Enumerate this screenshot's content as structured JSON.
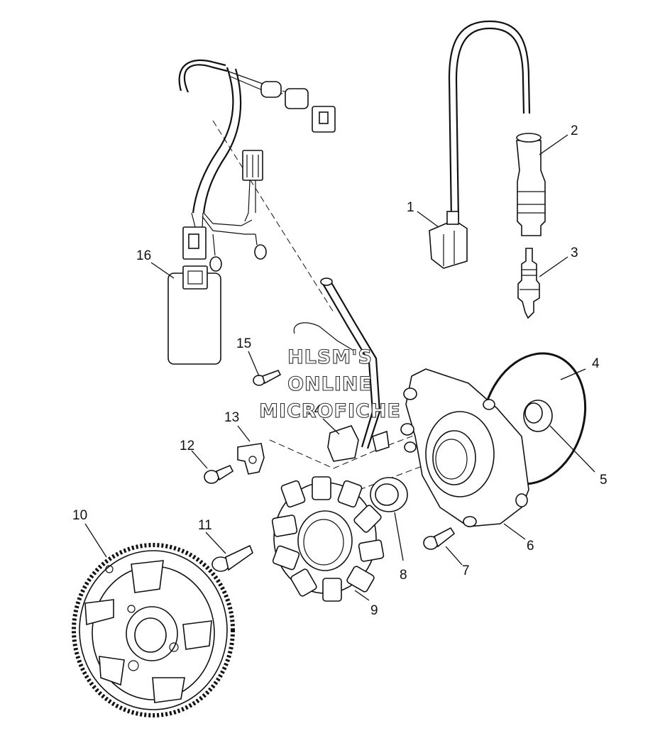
{
  "callouts": {
    "n1": "1",
    "n2": "2",
    "n3": "3",
    "n4": "4",
    "n5": "5",
    "n6": "6",
    "n7": "7",
    "n8": "8",
    "n9": "9",
    "n10": "10",
    "n11": "11",
    "n12": "12",
    "n13": "13",
    "n14": "14",
    "n15": "15",
    "n16": "16"
  },
  "watermark": {
    "line1": "HLSM'S",
    "line2": "ONLINE",
    "line3": "MICROFICHE"
  }
}
